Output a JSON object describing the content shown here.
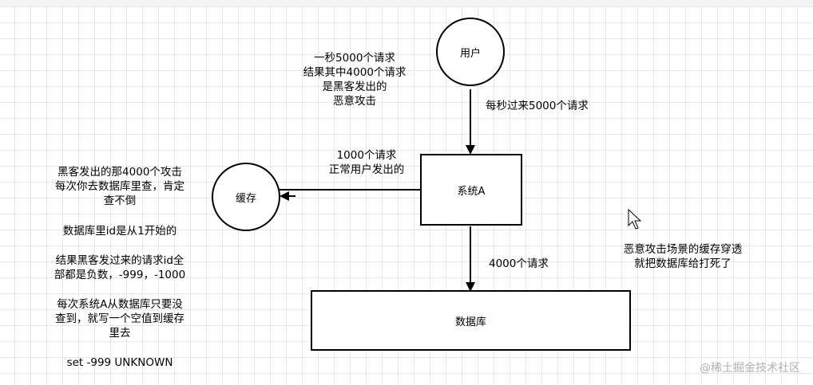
{
  "nodes": {
    "user": "用户",
    "cache": "缓存",
    "system_a": "系统A",
    "database": "数据库"
  },
  "notes": {
    "requests_note": [
      "一秒5000个请求",
      "结果其中4000个请求",
      "是黑客发出的",
      "恶意攻击"
    ],
    "user_arrow": "每秒过来5000个请求",
    "normal_arrow": [
      "1000个请求",
      "正常用户发出的"
    ],
    "db_arrow": "4000个请求",
    "left_block": [
      "黑客发出的那4000个攻击",
      "每次你去数据库里查，肯定",
      "查不倒",
      "数据库里id是从1开始的",
      "结果黑客发过来的请求id全",
      "部都是负数，-999，-1000",
      "每次系统A从数据库只要没",
      "查到，就写一个空值到缓存",
      "里去",
      "set -999 UNKNOWN"
    ],
    "right_note": [
      "恶意攻击场景的缓存穿透",
      "就把数据库给打死了"
    ]
  },
  "watermark": "@稀土掘金技术社区"
}
